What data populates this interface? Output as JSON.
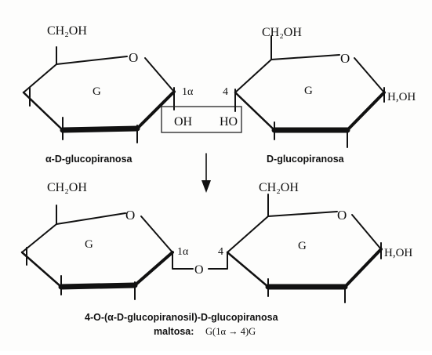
{
  "reaction": {
    "top_left": {
      "ring_letter": "G",
      "substituent_top": "CH₂OH",
      "ring_oxygen": "O",
      "anomeric_label": "1α",
      "hydroxyl": "OH",
      "name": "α-D-glucopiranosa"
    },
    "top_right": {
      "ring_letter": "G",
      "substituent_top": "CH₂OH",
      "ring_oxygen": "O",
      "carbon_label": "4",
      "hydroxyl": "HO",
      "anomeric_substituent": "H,OH",
      "name": "D-glucopiranosa"
    },
    "bottom": {
      "left_ring_letter": "G",
      "right_ring_letter": "G",
      "left_substituent_top": "CH₂OH",
      "right_substituent_top": "CH₂OH",
      "left_ring_oxygen": "O",
      "right_ring_oxygen": "O",
      "anomeric_label": "1α",
      "carbon_label": "4",
      "bridge_oxygen": "O",
      "anomeric_substituent": "H,OH",
      "name": "4-O-(α-D-glucopiranosil)-D-glucopiranosa",
      "common_name_label": "maltosa:",
      "notation": "G(1α → 4)G"
    }
  }
}
